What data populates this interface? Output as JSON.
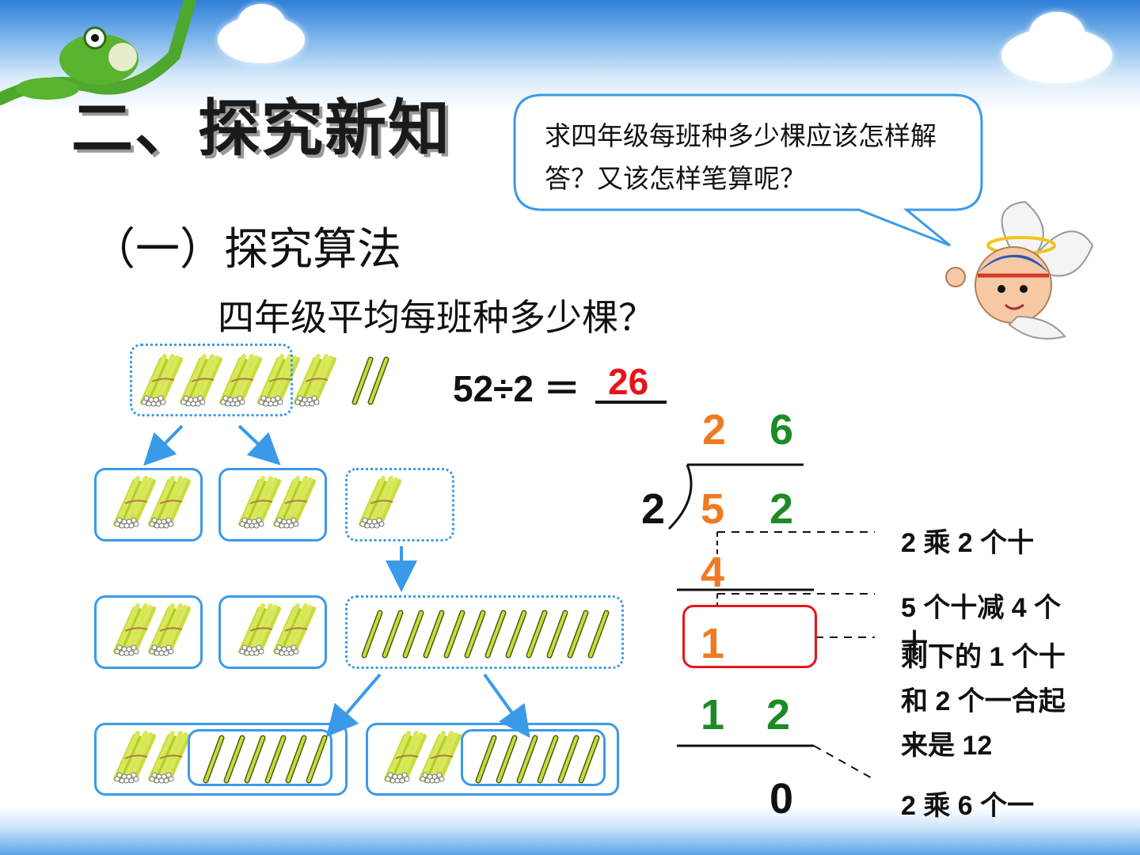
{
  "heading": {
    "title": "二、探究新知",
    "subtitle": "（一）探究算法"
  },
  "problem": {
    "question": "四年级平均每班种多少棵？"
  },
  "speech_bubble": {
    "text": "求四年级每班种多少棵应该怎样解答？又该怎样笔算呢？"
  },
  "equation": {
    "expression": "52÷2 ＝",
    "answer": "26"
  },
  "long_division": {
    "quotient_tens": "2",
    "quotient_ones": "6",
    "divisor": "2",
    "dividend_tens": "5",
    "dividend_ones": "2",
    "product1": "4",
    "remainder": "1",
    "bring_down_tens": "1",
    "bring_down_ones": "2",
    "final": "0"
  },
  "annotations": {
    "note1": "2 乘 2 个十",
    "note2_line1": "5 个十减 4 个",
    "note2_line2": "十",
    "note3_line1": "剩下的 1 个十",
    "note3_line2": "和 2 个一合起",
    "note3_line3": "来是 12",
    "note4": "2 乘 6 个一"
  },
  "colors": {
    "box_border": "#3b9ae8",
    "stick": "#c8dc3c",
    "answer": "#e8141b",
    "tens_digit": "#ee7a23",
    "ones_digit": "#1d8a26"
  }
}
